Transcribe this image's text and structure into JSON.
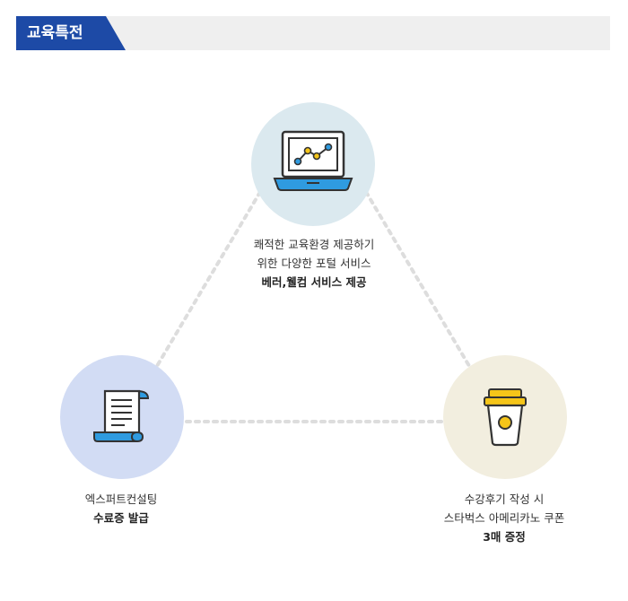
{
  "header": {
    "title": "교육특전"
  },
  "benefits": {
    "portal": {
      "icon": "laptop-chart-icon",
      "line1": "쾌적한 교육환경 제공하기",
      "line2": "위한 다양한 포털 서비스",
      "highlight": "베러,웰컴 서비스 제공"
    },
    "certificate": {
      "icon": "scroll-document-icon",
      "line1": "엑스퍼트컨설팅",
      "highlight": "수료증 발급"
    },
    "coupon": {
      "icon": "coffee-cup-icon",
      "line1": "수강후기 작성 시",
      "line2": "스타벅스 아메리카노 쿠폰",
      "highlight": "3매 증정"
    }
  },
  "colors": {
    "brand": "#1d4aa6",
    "header_bg": "#efefef",
    "portal_circle": "#dbe9ef",
    "certificate_circle": "#d2dcf4",
    "coupon_circle": "#f2eedf",
    "accent_blue": "#2f9be0",
    "accent_yellow": "#f5c519",
    "connector": "#dddddd"
  }
}
